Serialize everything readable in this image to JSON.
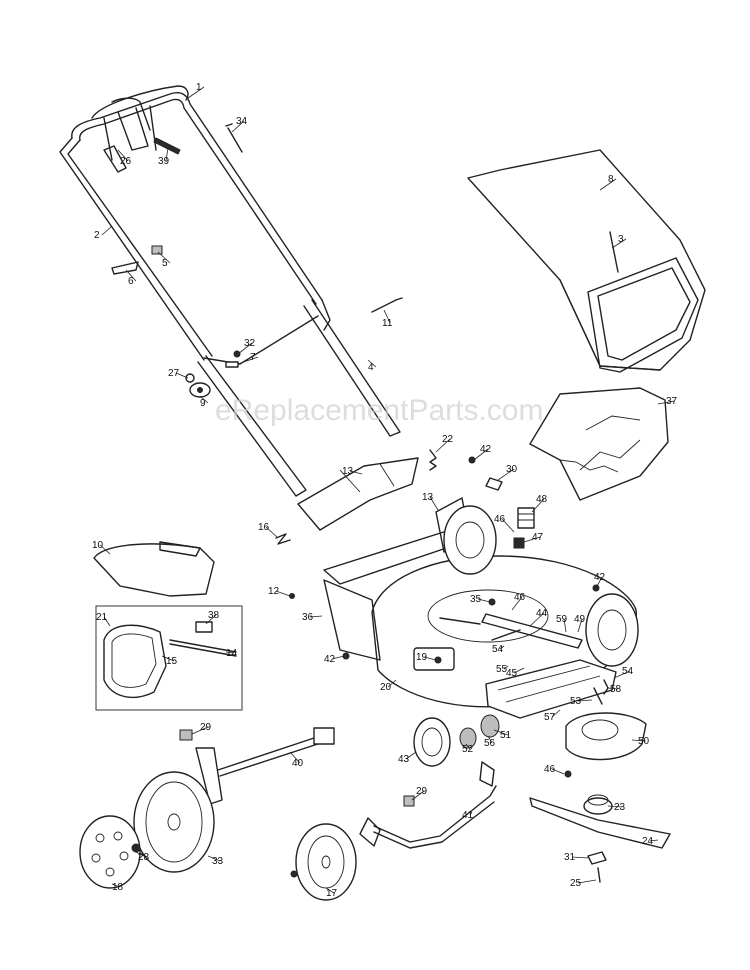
{
  "watermark": "eReplacementParts.com",
  "callouts": [
    {
      "id": "1",
      "label": "1"
    },
    {
      "id": "26",
      "label": "26"
    },
    {
      "id": "39",
      "label": "39"
    },
    {
      "id": "34",
      "label": "34"
    },
    {
      "id": "2",
      "label": "2"
    },
    {
      "id": "5",
      "label": "5"
    },
    {
      "id": "6",
      "label": "6"
    },
    {
      "id": "11",
      "label": "11"
    },
    {
      "id": "32",
      "label": "32"
    },
    {
      "id": "7",
      "label": "7"
    },
    {
      "id": "27",
      "label": "27"
    },
    {
      "id": "9",
      "label": "9"
    },
    {
      "id": "4",
      "label": "4"
    },
    {
      "id": "8",
      "label": "8"
    },
    {
      "id": "3",
      "label": "3"
    },
    {
      "id": "37",
      "label": "37"
    },
    {
      "id": "22",
      "label": "22"
    },
    {
      "id": "42a",
      "label": "42"
    },
    {
      "id": "30",
      "label": "30"
    },
    {
      "id": "13a",
      "label": "13"
    },
    {
      "id": "13b",
      "label": "13"
    },
    {
      "id": "48",
      "label": "48"
    },
    {
      "id": "16",
      "label": "16"
    },
    {
      "id": "46a",
      "label": "46"
    },
    {
      "id": "47",
      "label": "47"
    },
    {
      "id": "10",
      "label": "10"
    },
    {
      "id": "42b",
      "label": "42"
    },
    {
      "id": "12",
      "label": "12"
    },
    {
      "id": "35",
      "label": "35"
    },
    {
      "id": "46b",
      "label": "46"
    },
    {
      "id": "44",
      "label": "44"
    },
    {
      "id": "59",
      "label": "59"
    },
    {
      "id": "49",
      "label": "49"
    },
    {
      "id": "21",
      "label": "21"
    },
    {
      "id": "38",
      "label": "38"
    },
    {
      "id": "36",
      "label": "36"
    },
    {
      "id": "15",
      "label": "15"
    },
    {
      "id": "14",
      "label": "14"
    },
    {
      "id": "42c",
      "label": "42"
    },
    {
      "id": "19",
      "label": "19"
    },
    {
      "id": "54a",
      "label": "54"
    },
    {
      "id": "55",
      "label": "55"
    },
    {
      "id": "45",
      "label": "45"
    },
    {
      "id": "54b",
      "label": "54"
    },
    {
      "id": "58",
      "label": "58"
    },
    {
      "id": "20",
      "label": "20"
    },
    {
      "id": "53",
      "label": "53"
    },
    {
      "id": "57",
      "label": "57"
    },
    {
      "id": "29a",
      "label": "29"
    },
    {
      "id": "51",
      "label": "51"
    },
    {
      "id": "43",
      "label": "43"
    },
    {
      "id": "52",
      "label": "52"
    },
    {
      "id": "56",
      "label": "56"
    },
    {
      "id": "50",
      "label": "50"
    },
    {
      "id": "40",
      "label": "40"
    },
    {
      "id": "46c",
      "label": "46"
    },
    {
      "id": "29b",
      "label": "29"
    },
    {
      "id": "23",
      "label": "23"
    },
    {
      "id": "41",
      "label": "41"
    },
    {
      "id": "24",
      "label": "24"
    },
    {
      "id": "28",
      "label": "28"
    },
    {
      "id": "33",
      "label": "33"
    },
    {
      "id": "31",
      "label": "31"
    },
    {
      "id": "18",
      "label": "18"
    },
    {
      "id": "17",
      "label": "17"
    },
    {
      "id": "25",
      "label": "25"
    }
  ]
}
